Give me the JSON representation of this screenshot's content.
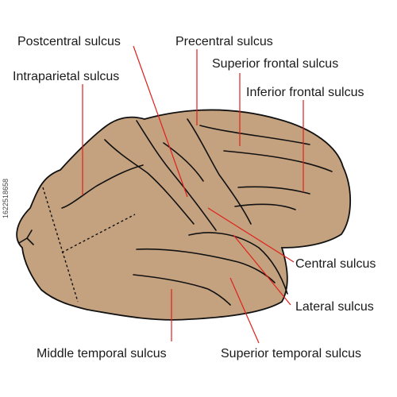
{
  "colors": {
    "cortex": "#c4a27f",
    "outline": "#111111",
    "leader": "#e0201b"
  },
  "labels": {
    "postcentral": "Postcentral sulcus",
    "precentral": "Precentral sulcus",
    "superior_frontal": "Superior frontal sulcus",
    "intraparietal": "Intraparietal sulcus",
    "inferior_frontal": "Inferior frontal sulcus",
    "central": "Central sulcus",
    "lateral": "Lateral sulcus",
    "middle_temporal": "Middle temporal sulcus",
    "superior_temporal": "Superior temporal sulcus"
  },
  "image_id": "1622518658"
}
